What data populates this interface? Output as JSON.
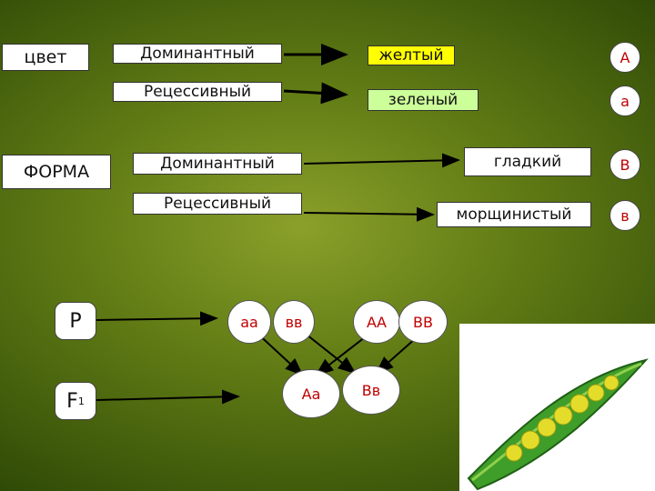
{
  "traits": {
    "color_label": "цвет",
    "shape_label": "ФОРМА",
    "color_dominant": "Доминантный",
    "color_recessive": "Рецессивный",
    "shape_dominant": "Доминантный",
    "shape_recessive": "Рецессивный"
  },
  "phenotypes": {
    "yellow": "желтый",
    "green": "зеленый",
    "smooth": "гладкий",
    "wrinkled": "морщинистый"
  },
  "genes": {
    "A": "А",
    "a": "а",
    "B": "В",
    "b": "в"
  },
  "generations": {
    "parent": "Р",
    "f1_main": "F",
    "f1_sub": "1"
  },
  "cross": {
    "parent1_allele1": "аа",
    "parent1_allele2": "вв",
    "parent2_allele1": "АА",
    "parent2_allele2": "ВВ",
    "offspring1": "Аа",
    "offspring2": "Вв"
  },
  "colors": {
    "background": "#6f8a1c",
    "yellow_box": "#ffff00",
    "green_box": "#ccff99",
    "allele_text": "#c00000",
    "pod": "#3f9d2a",
    "pea": "#e3dc2a"
  },
  "icons": {
    "photo": "pea-pod-illustration"
  }
}
